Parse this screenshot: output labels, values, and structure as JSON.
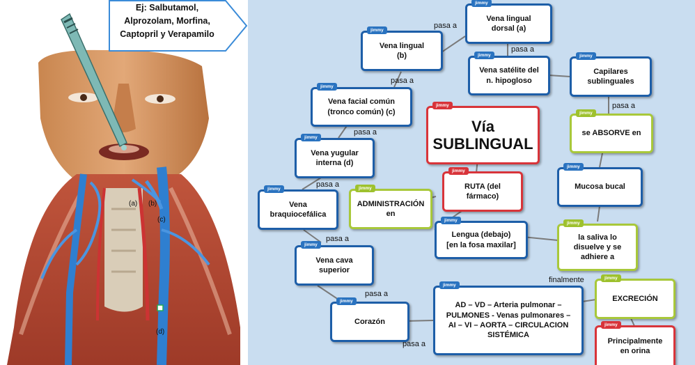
{
  "callout": {
    "text": "Ej: Salbutamol,\nAlprozolam, Morfina,\nCaptopril y Verapamilo"
  },
  "figure_labels": {
    "a": "(a)",
    "b": "(b)",
    "c": "(c)",
    "d": "(d)"
  },
  "concept_map": {
    "tag": "jimmy",
    "title": "Vía\nSUBLINGUAL",
    "nodes": {
      "ruta": "RUTA (del\nfármaco)",
      "administracion": "ADMINISTRACIÓN\nen",
      "lengua": "Lengua (debajo)\n[en la fosa maxilar]",
      "saliva": "la saliva lo\ndisuelve y se\nadhiere a",
      "mucosa": "Mucosa bucal",
      "absorve": "se ABSORVE en",
      "capilares": "Capilares\nsublinguales",
      "satelite": "Vena satélite del\nn. hipogloso",
      "lingual_dorsal": "Vena lingual\ndorsal  (a)",
      "lingual": "Vena lingual\n(b)",
      "facial": "Vena facial común\n(tronco común)  (c)",
      "yugular": "Vena yugular\ninterna  (d)",
      "braquiocefalica": "Vena\nbraquiocefálica",
      "cava": "Vena cava\nsuperior",
      "corazon": "Corazón",
      "circulacion": "AD – VD – Arteria pulmonar –\nPULMONES - Venas pulmonares –\nAI – VI – AORTA – CIRCULACION\nSISTÉMICA",
      "excrecion": "EXCRECIÓN",
      "orina": "Principalmente\nen orina"
    },
    "link_labels": {
      "pasa_a": "pasa a",
      "finalmente": "finalmente"
    }
  },
  "colors": {
    "blue": "#1d5ea8",
    "red": "#d8343a",
    "green": "#a8c83a",
    "background": "#c9ddf0"
  }
}
